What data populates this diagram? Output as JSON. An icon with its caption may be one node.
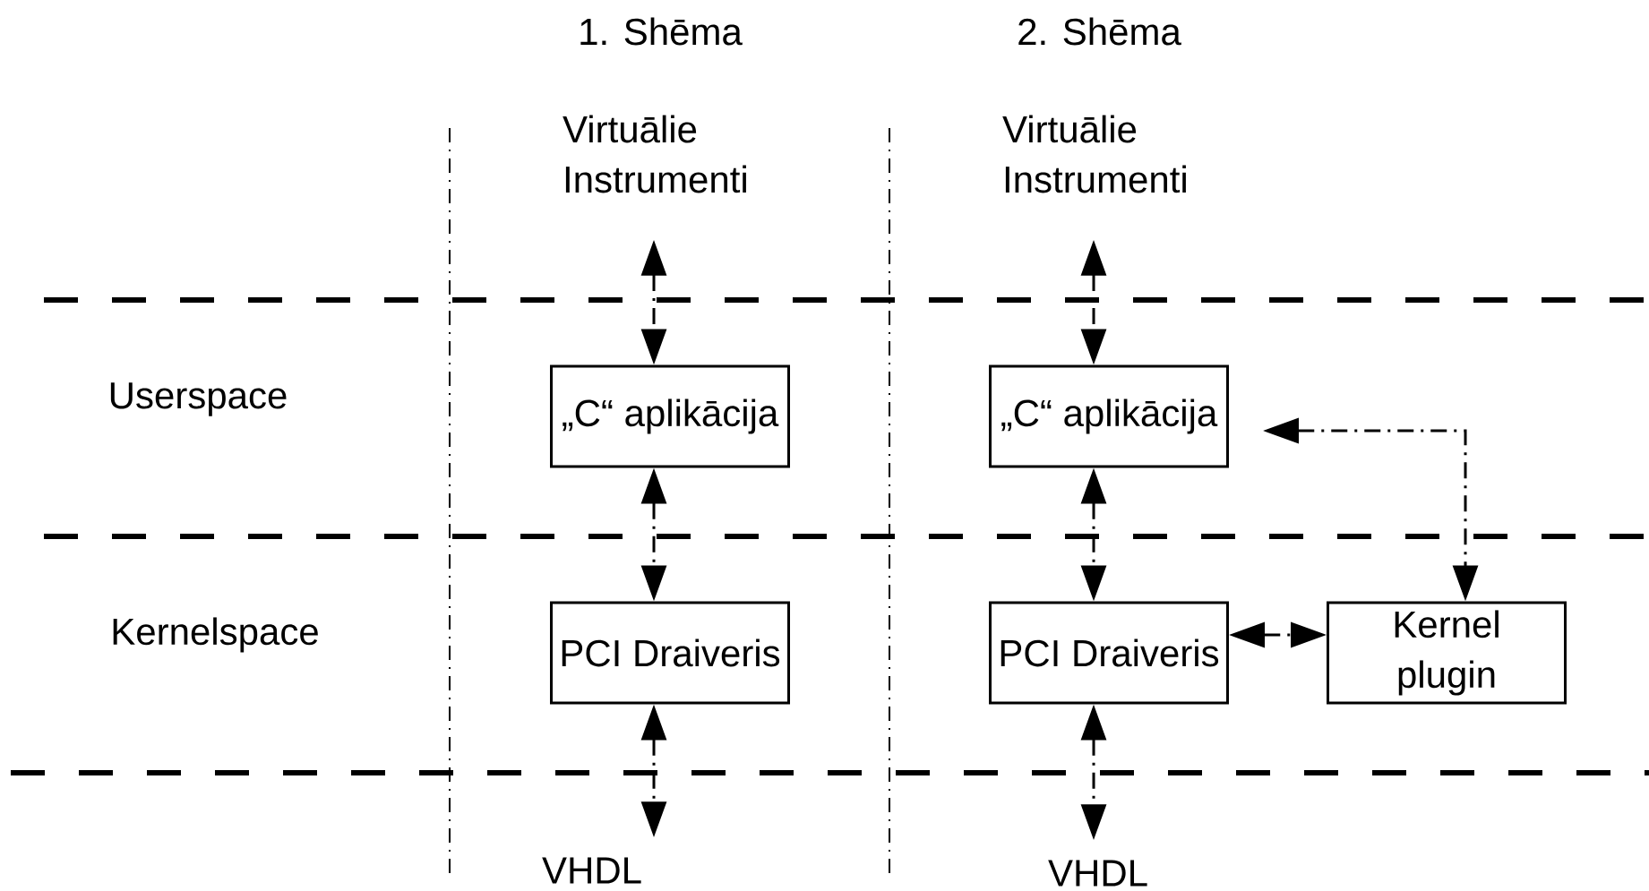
{
  "diagram": {
    "nodes": [
      {
        "text": [
          "Virtuālie Instrumenti"
        ]
      },
      {
        "text": [
          "„C“ aplikācija"
        ]
      },
      {
        "text": [
          "PCI Draiveris"
        ]
      },
      {
        "text": [
          "VHDL"
        ]
      },
      {
        "text": [
          "Virtuālie Instrumenti"
        ]
      },
      {
        "text": [
          "„C“ aplikācija"
        ]
      },
      {
        "text": [
          "PCI Draiveris"
        ]
      },
      {
        "text": [
          "Kernel plugin"
        ]
      },
      {
        "text": [
          "VHDL"
        ]
      }
    ],
    "edges": [
      {
        "from": 0,
        "to": 1,
        "arrow": "both"
      },
      {
        "from": 1,
        "to": 2,
        "arrow": "both"
      },
      {
        "from": 2,
        "to": 3,
        "arrow": "both"
      },
      {
        "from": 4,
        "to": 5,
        "arrow": "both"
      },
      {
        "from": 5,
        "to": 6,
        "arrow": "both"
      },
      {
        "from": 6,
        "to": 8,
        "arrow": "both"
      },
      {
        "from": 5,
        "to": 7,
        "arrow": "both"
      },
      {
        "from": 6,
        "to": 7,
        "arrow": "both"
      }
    ],
    "labels": [
      "1. Shēma",
      "2. Shēma",
      "Userspace",
      "Kernelspace"
    ]
  }
}
